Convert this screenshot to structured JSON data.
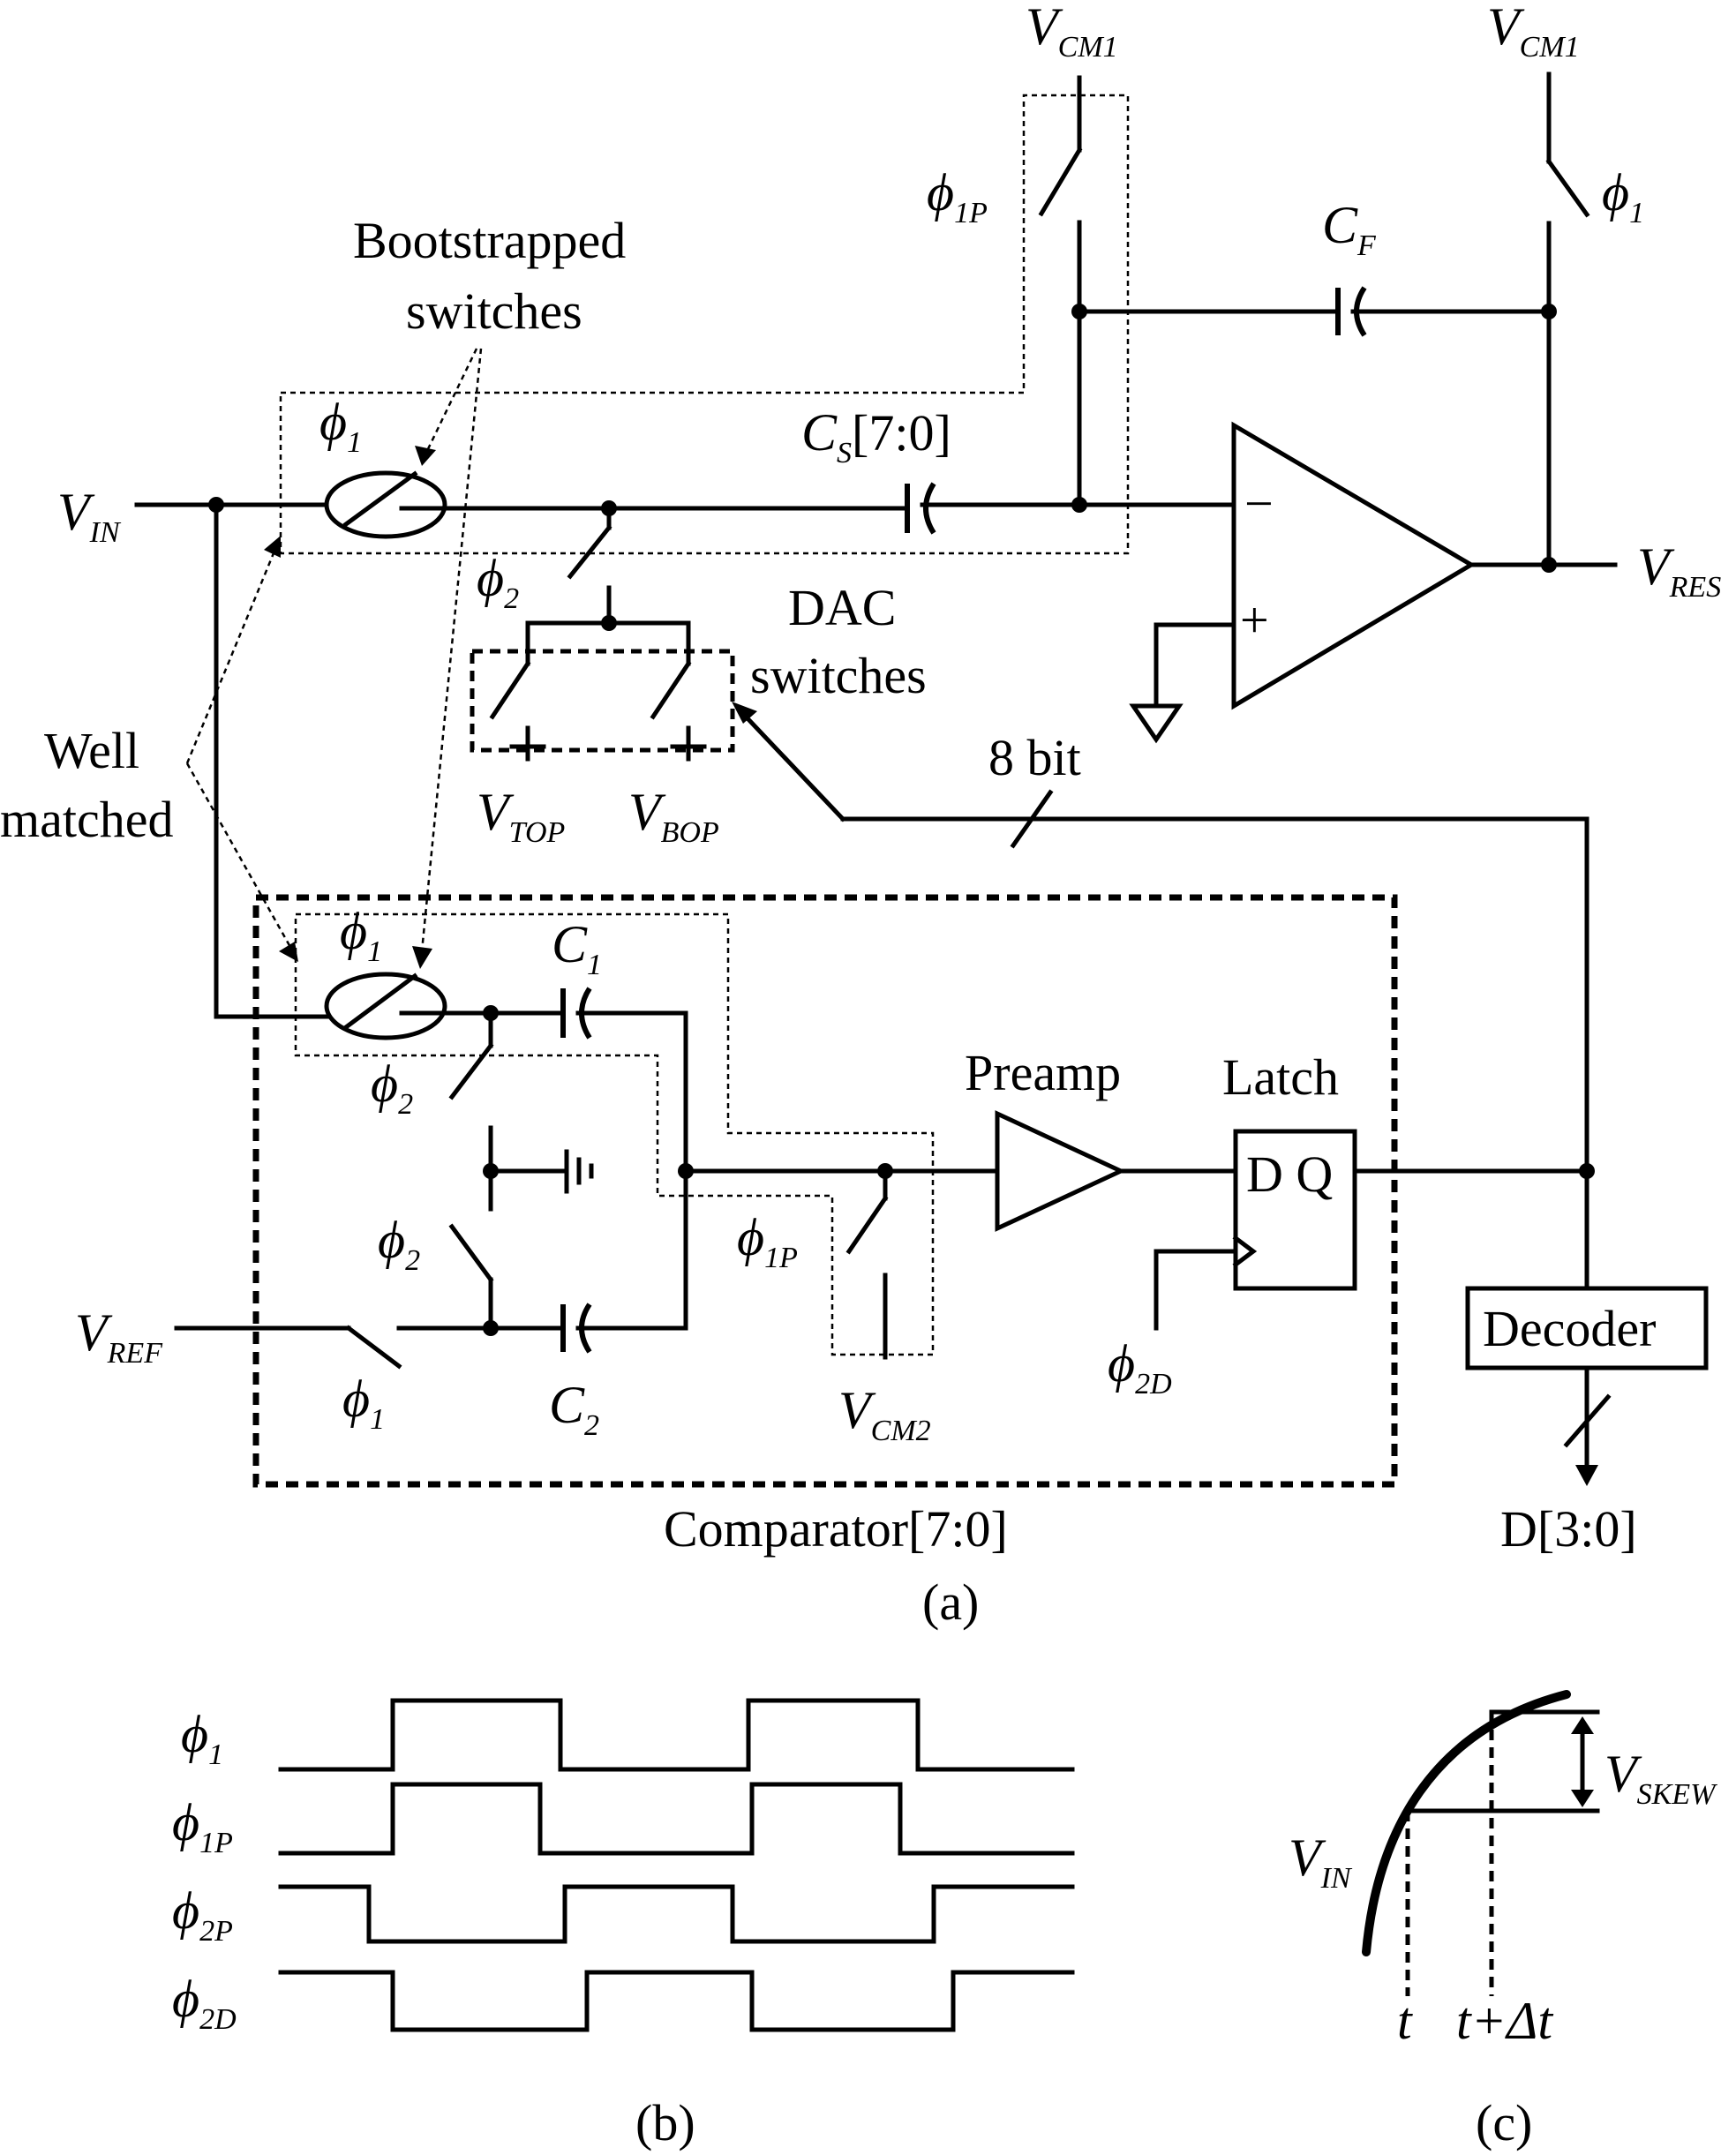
{
  "labels": {
    "vcm1_top": "V",
    "vcm1_top_sub": "CM1",
    "vcm1_right": "V",
    "vcm1_right_sub": "CM1",
    "phi1p_top": "ϕ",
    "phi1p_top_sub": "1P",
    "phi1_right": "ϕ",
    "phi1_right_sub": "1",
    "cf": "C",
    "cf_sub": "F",
    "bootstrapped_1": "Bootstrapped",
    "bootstrapped_2": "switches",
    "phi1_top": "ϕ",
    "phi1_top_sub": "1",
    "cs": "C",
    "cs_sub": "S",
    "cs_bits": "[7:0]",
    "vin": "V",
    "vin_sub": "IN",
    "minus": "−",
    "plus": "+",
    "vres": "V",
    "vres_sub": "RES",
    "phi2_top": "ϕ",
    "phi2_top_sub": "2",
    "dac_1": "DAC",
    "dac_2": "switches",
    "well_1": "Well",
    "well_2": "matched",
    "vtop": "V",
    "vtop_sub": "TOP",
    "vbop": "V",
    "vbop_sub": "BOP",
    "eight_bit": "8 bit",
    "phi1_cmp": "ϕ",
    "phi1_cmp_sub": "1",
    "c1": "C",
    "c1_sub": "1",
    "phi2_cmp_a": "ϕ",
    "phi2_cmp_a_sub": "2",
    "preamp": "Preamp",
    "latch": "Latch",
    "dq": "D Q",
    "phi1p_cmp": "ϕ",
    "phi1p_cmp_sub": "1P",
    "phi2_cmp_b": "ϕ",
    "phi2_cmp_b_sub": "2",
    "vref": "V",
    "vref_sub": "REF",
    "phi2d_cmp": "ϕ",
    "phi2d_cmp_sub": "2D",
    "decoder": "Decoder",
    "phi1_cmp_b": "ϕ",
    "phi1_cmp_b_sub": "1",
    "c2": "C",
    "c2_sub": "2",
    "vcm2": "V",
    "vcm2_sub": "CM2",
    "comparator": "Comparator[7:0]",
    "dout": "D[3:0]",
    "cap_a": "(a)",
    "t_phi1": "ϕ",
    "t_phi1_sub": "1",
    "t_phi1p": "ϕ",
    "t_phi1p_sub": "1P",
    "t_phi2p": "ϕ",
    "t_phi2p_sub": "2P",
    "t_phi2d": "ϕ",
    "t_phi2d_sub": "2D",
    "cap_b": "(b)",
    "vskew": "V",
    "vskew_sub": "SKEW",
    "vin_c": "V",
    "vin_c_sub": "IN",
    "t": "t",
    "t_dt": "t+Δt",
    "cap_c": "(c)"
  }
}
